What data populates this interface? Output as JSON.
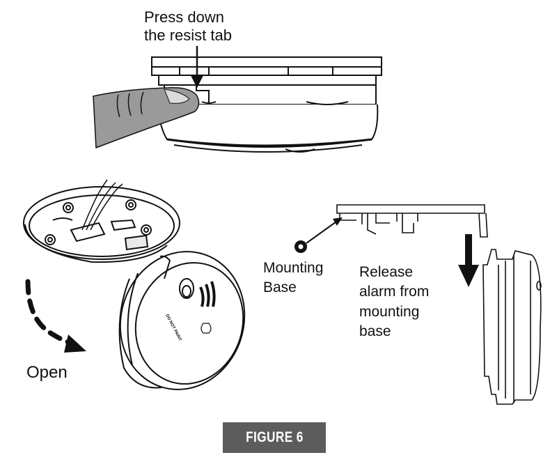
{
  "labels": {
    "press_line1": "Press down",
    "press_line2": "the resist tab",
    "mounting_line1": "Mounting",
    "mounting_line2": "Base",
    "release_line1": "Release",
    "release_line2": "alarm from",
    "release_line3": "mounting",
    "release_line4": "base",
    "open": "Open",
    "figure": "FIGURE 6"
  },
  "device_text": {
    "do_not_paint": "DO NOT PAINT"
  },
  "colors": {
    "line": "#111111",
    "finger": "#9a9a9a",
    "badge": "#5c5c5c"
  }
}
